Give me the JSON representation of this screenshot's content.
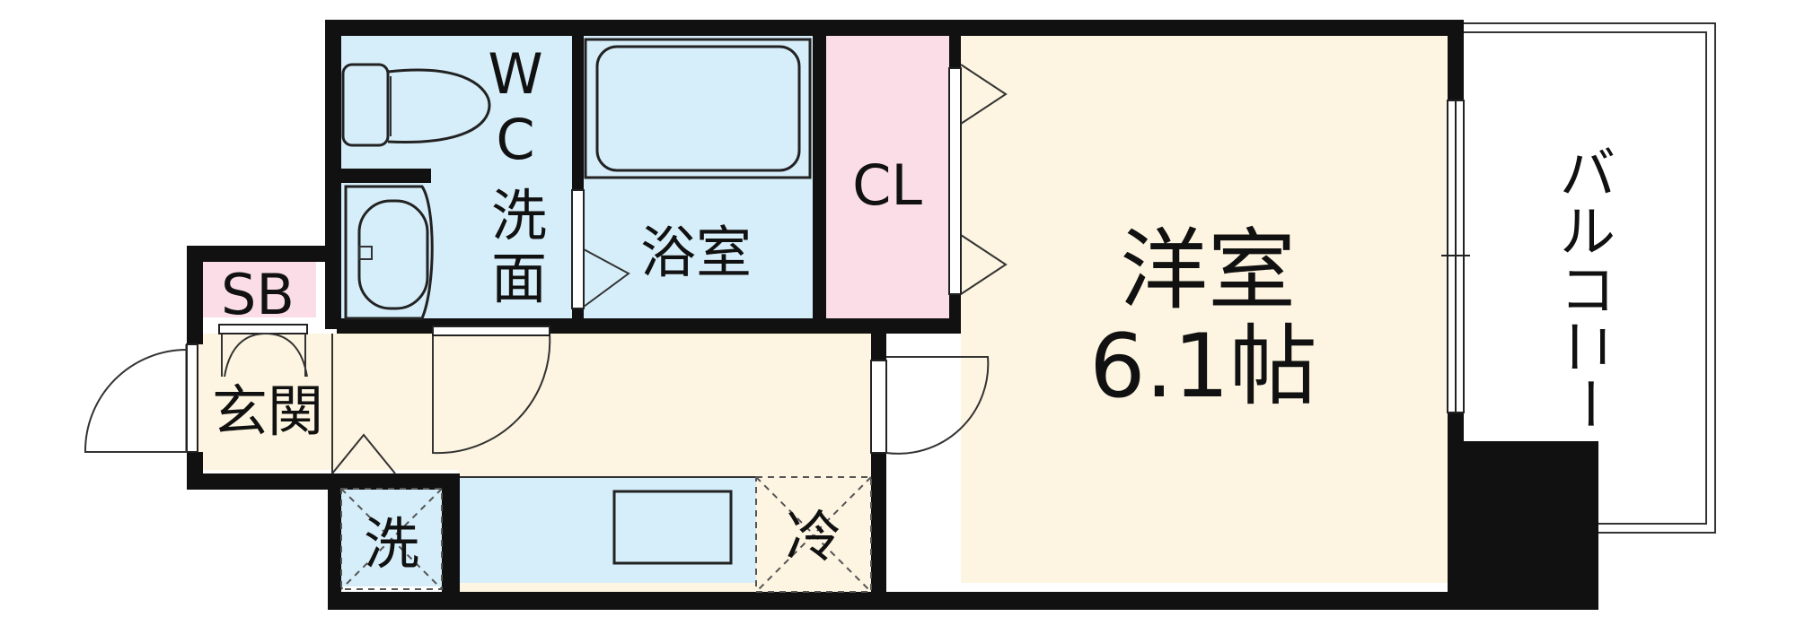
{
  "rooms": {
    "wc": {
      "label_1": "W",
      "label_2": "C"
    },
    "washroom": {
      "label_1": "洗",
      "label_2": "面"
    },
    "bath": {
      "label": "浴室"
    },
    "closet": {
      "label": "CL"
    },
    "main": {
      "label": "洋室",
      "size": "6.1帖"
    },
    "balcony": {
      "label_chars": [
        "バ",
        "ル",
        "コ",
        "ニ",
        "ー"
      ]
    },
    "shoebox": {
      "label": "SB"
    },
    "entrance": {
      "label": "玄関"
    },
    "washer": {
      "label": "洗"
    },
    "fridge": {
      "label": "冷"
    }
  },
  "colors": {
    "wall": "#111111",
    "water_area": "#d6eef9",
    "closet": "#fbdde8",
    "living": "#fdf5e1",
    "balcony": "#ffffff",
    "shoebox": "#fbdde8"
  }
}
